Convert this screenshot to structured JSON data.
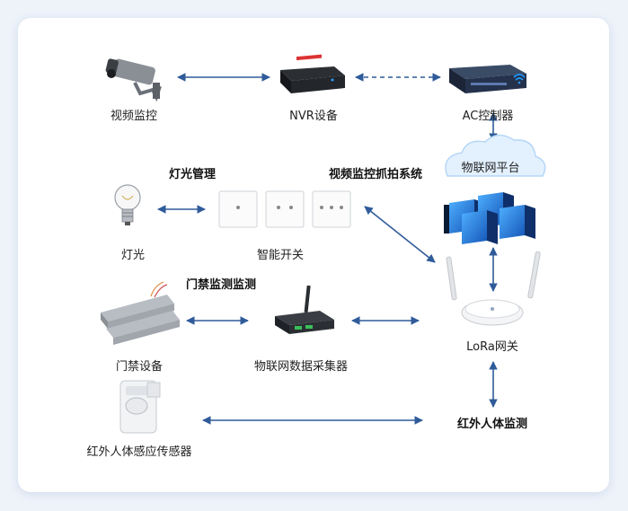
{
  "nodes": {
    "camera": "视频监控",
    "nvr": "NVR设备",
    "ac": "AC控制器",
    "cloud": "物联网平台",
    "lamp": "灯光",
    "switch": "智能开关",
    "lora": "LoRa网关",
    "door": "门禁设备",
    "collector": "物联网数据采集器",
    "pir": "红外人体感应传感器"
  },
  "headings": {
    "lighting": "灯光管理",
    "video_capture": "视频监控抓拍系统",
    "door_monitor": "门禁监测监测",
    "pir_monitor": "红外人体监测"
  },
  "colors": {
    "arrow": "#2f5b9a",
    "card_bg": "#ffffff",
    "page_bg": "#eef3fa",
    "accent_blue": "#1f6fd1"
  }
}
